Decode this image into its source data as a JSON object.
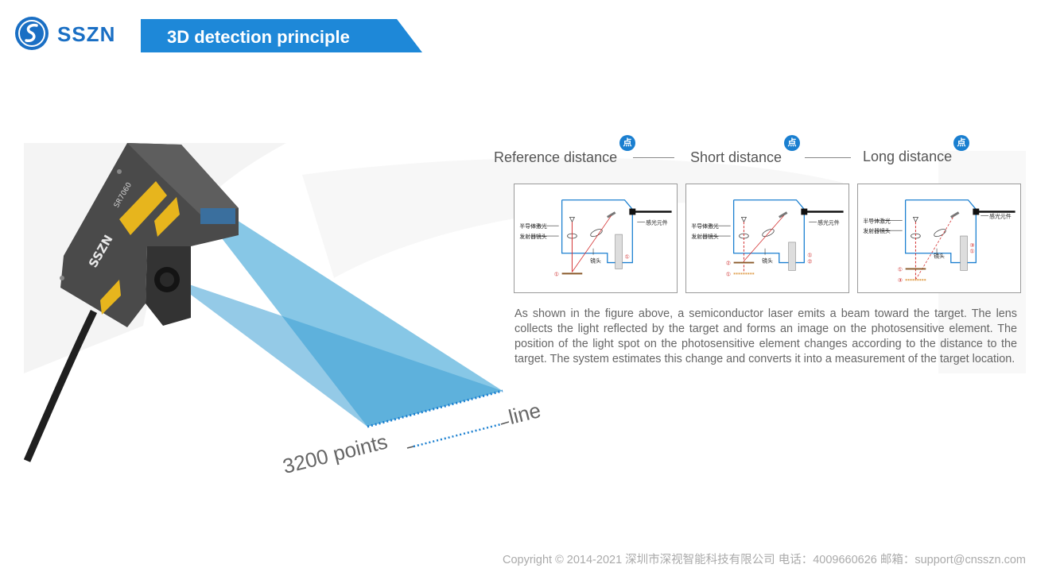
{
  "header": {
    "brand": "SSZN",
    "title": "3D detection principle"
  },
  "stages": [
    {
      "label": "Reference distance",
      "badge": "点"
    },
    {
      "label": "Short distance",
      "badge": "点"
    },
    {
      "label": "Long distance",
      "badge": "点"
    }
  ],
  "panel_labels": {
    "laser": "半导体激光",
    "emitter_lens": "发射器镜头",
    "photosensitive": "感光元件",
    "lens": "镜头"
  },
  "panel_markers": {
    "one": "①",
    "two": "②",
    "three": "③"
  },
  "device": {
    "model": "SR7060",
    "brand": "SSZN"
  },
  "description": "As shown in the figure above, a semiconductor laser emits a beam toward the target. The lens collects the light reflected by the target and forms an image on the photosensitive element. The position of the light spot on the photosensitive element changes according to the distance to the target. The system estimates this change and converts it into a measurement of the target location.",
  "annotations": {
    "line_label": "line",
    "points_label": "3200 points"
  },
  "footer": {
    "copyright": "Copyright © 2014-2021 深圳市深视智能科技有限公司  电话：4009660626 邮箱：support@cnsszn.com"
  },
  "colors": {
    "brand_blue": "#1a6fc4",
    "banner_blue": "#1e88d8",
    "beam_blue": "#5fb4de",
    "laser_red": "#d43030"
  }
}
